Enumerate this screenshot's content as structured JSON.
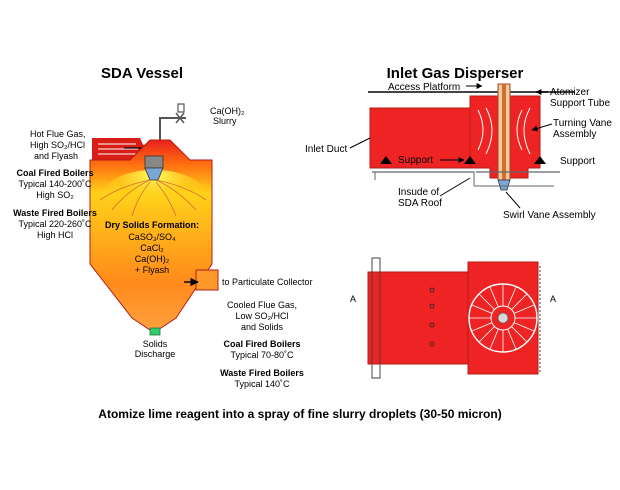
{
  "left": {
    "title": "SDA Vessel",
    "slurry": [
      "Ca(OH)₂",
      "Slurry"
    ],
    "hot_gas": [
      "Hot Flue Gas,",
      "High SO₂/HCl",
      "and Flyash"
    ],
    "coal_in": [
      "Coal Fired Boilers",
      "Typical 140-200˚C",
      "High SO₂"
    ],
    "waste_in": [
      "Waste Fired Boilers",
      "Typical 220-260˚C",
      "High HCl"
    ],
    "dry_solids": [
      "Dry Solids Formation:",
      "CaSO₃/SO₄",
      "CaCl₂",
      "Ca(OH)₂",
      "+ Flyash"
    ],
    "to_collector": "to Particulate Collector",
    "cooled": [
      "Cooled Flue Gas,",
      "Low SO₂/HCl",
      "and Solids"
    ],
    "coal_out": [
      "Coal Fired Boilers",
      "Typical 70-80˚C"
    ],
    "waste_out": [
      "Waste Fired Boilers",
      "Typical 140˚C"
    ],
    "solids": [
      "Solids",
      "Discharge"
    ]
  },
  "right": {
    "title": "Inlet Gas Disperser",
    "access_platform": "Access Platform",
    "atomizer": [
      "Atomizer",
      "Support Tube"
    ],
    "turning_vane": [
      "Turning Vane",
      "Assembly"
    ],
    "inlet_duct": "Inlet Duct",
    "support_left": "Support",
    "support_right": "Support",
    "roof": [
      "Insude of",
      "SDA Roof"
    ],
    "swirl": "Swirl Vane Assembly",
    "section_mark": "A"
  },
  "caption": "Atomize lime reagent into a spray of fine slurry droplets (30-50 micron)",
  "colors": {
    "vessel_red": "#ee1c24",
    "vessel_orange": "#f7941d",
    "vessel_yellow": "#ffe600",
    "support_grey": "#666666"
  }
}
